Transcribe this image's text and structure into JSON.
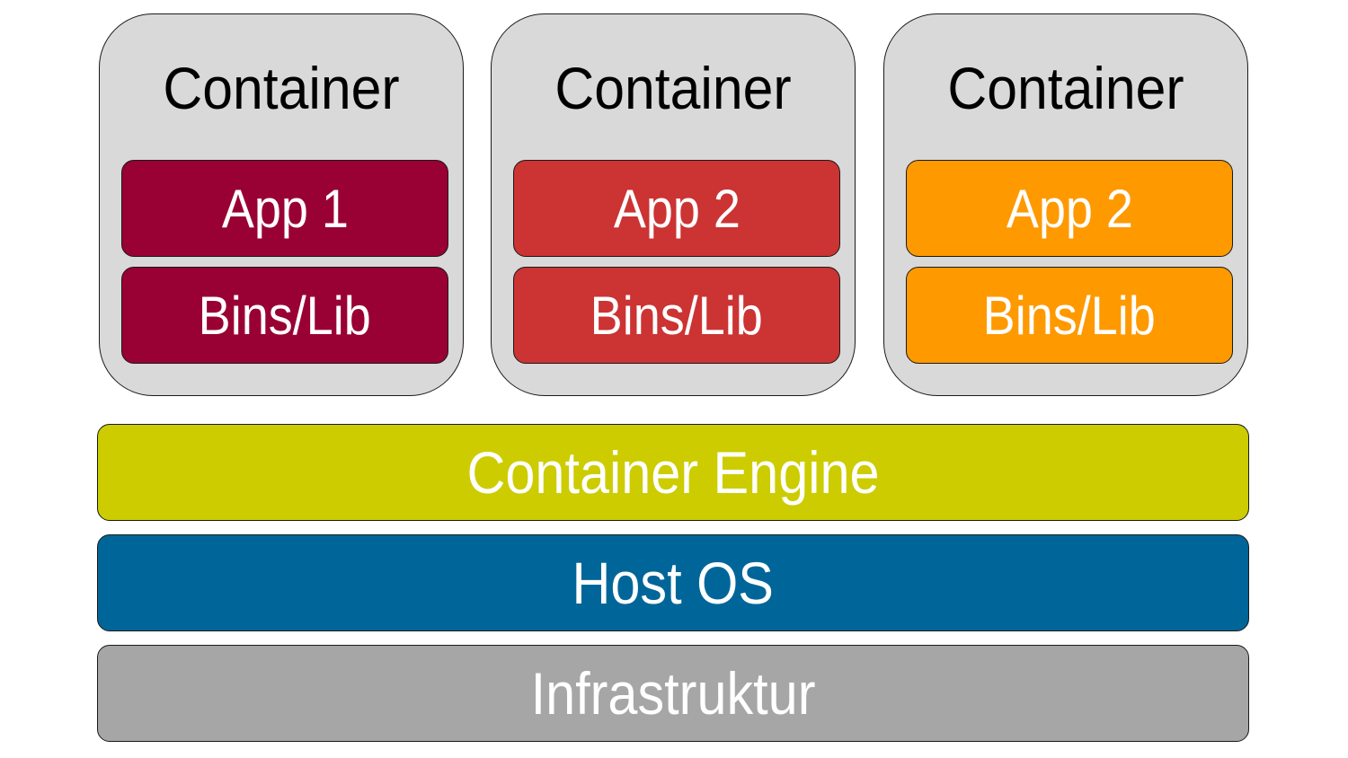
{
  "containers": [
    {
      "title": "Container",
      "app_label": "App 1",
      "lib_label": "Bins/Lib",
      "color": "#990033"
    },
    {
      "title": "Container",
      "app_label": "App 2",
      "lib_label": "Bins/Lib",
      "color": "#cc3333"
    },
    {
      "title": "Container",
      "app_label": "App 2",
      "lib_label": "Bins/Lib",
      "color": "#ff9900"
    }
  ],
  "layers": {
    "engine": {
      "label": "Container Engine",
      "color": "#cccc00"
    },
    "host_os": {
      "label": "Host OS",
      "color": "#006699"
    },
    "infrastructure": {
      "label": "Infrastruktur",
      "color": "#a6a6a6"
    }
  }
}
